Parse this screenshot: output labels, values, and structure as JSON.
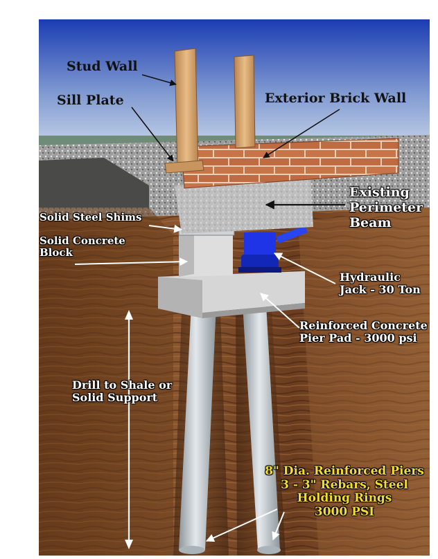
{
  "labels": {
    "stud_wall": "Stud Wall",
    "sill_plate": "Sill Plate",
    "exterior_brick_wall": "Exterior Brick Wall",
    "existing_perimeter_beam": "Existing\nPerimeter\nBeam",
    "solid_steel_shims": "Solid Steel Shims",
    "solid_concrete_block": "Solid Concrete\nBlock",
    "hydraulic_jack": "Hydraulic\nJack - 30 Ton",
    "pier_pad": "Reinforced Concrete\nPier Pad - 3000 psi",
    "drill_to_shale": "Drill to Shale or\nSolid Support",
    "piers_spec": "8\" Dia. Reinforced Piers\n3 - 3\" Rebars, Steel\nHolding Rings\n3000 PSI"
  },
  "colors": {
    "sky_top": "#1f3fb0",
    "sky_bottom": "#b8c8e4",
    "earth": "#7a4a28",
    "brick": "#c8744a",
    "wood": "#d7a46e",
    "concrete": "#d9d9d9",
    "jack": "#1a2fe0",
    "pier": "#c9d2d8",
    "spec_text": "#f3dc2c"
  }
}
